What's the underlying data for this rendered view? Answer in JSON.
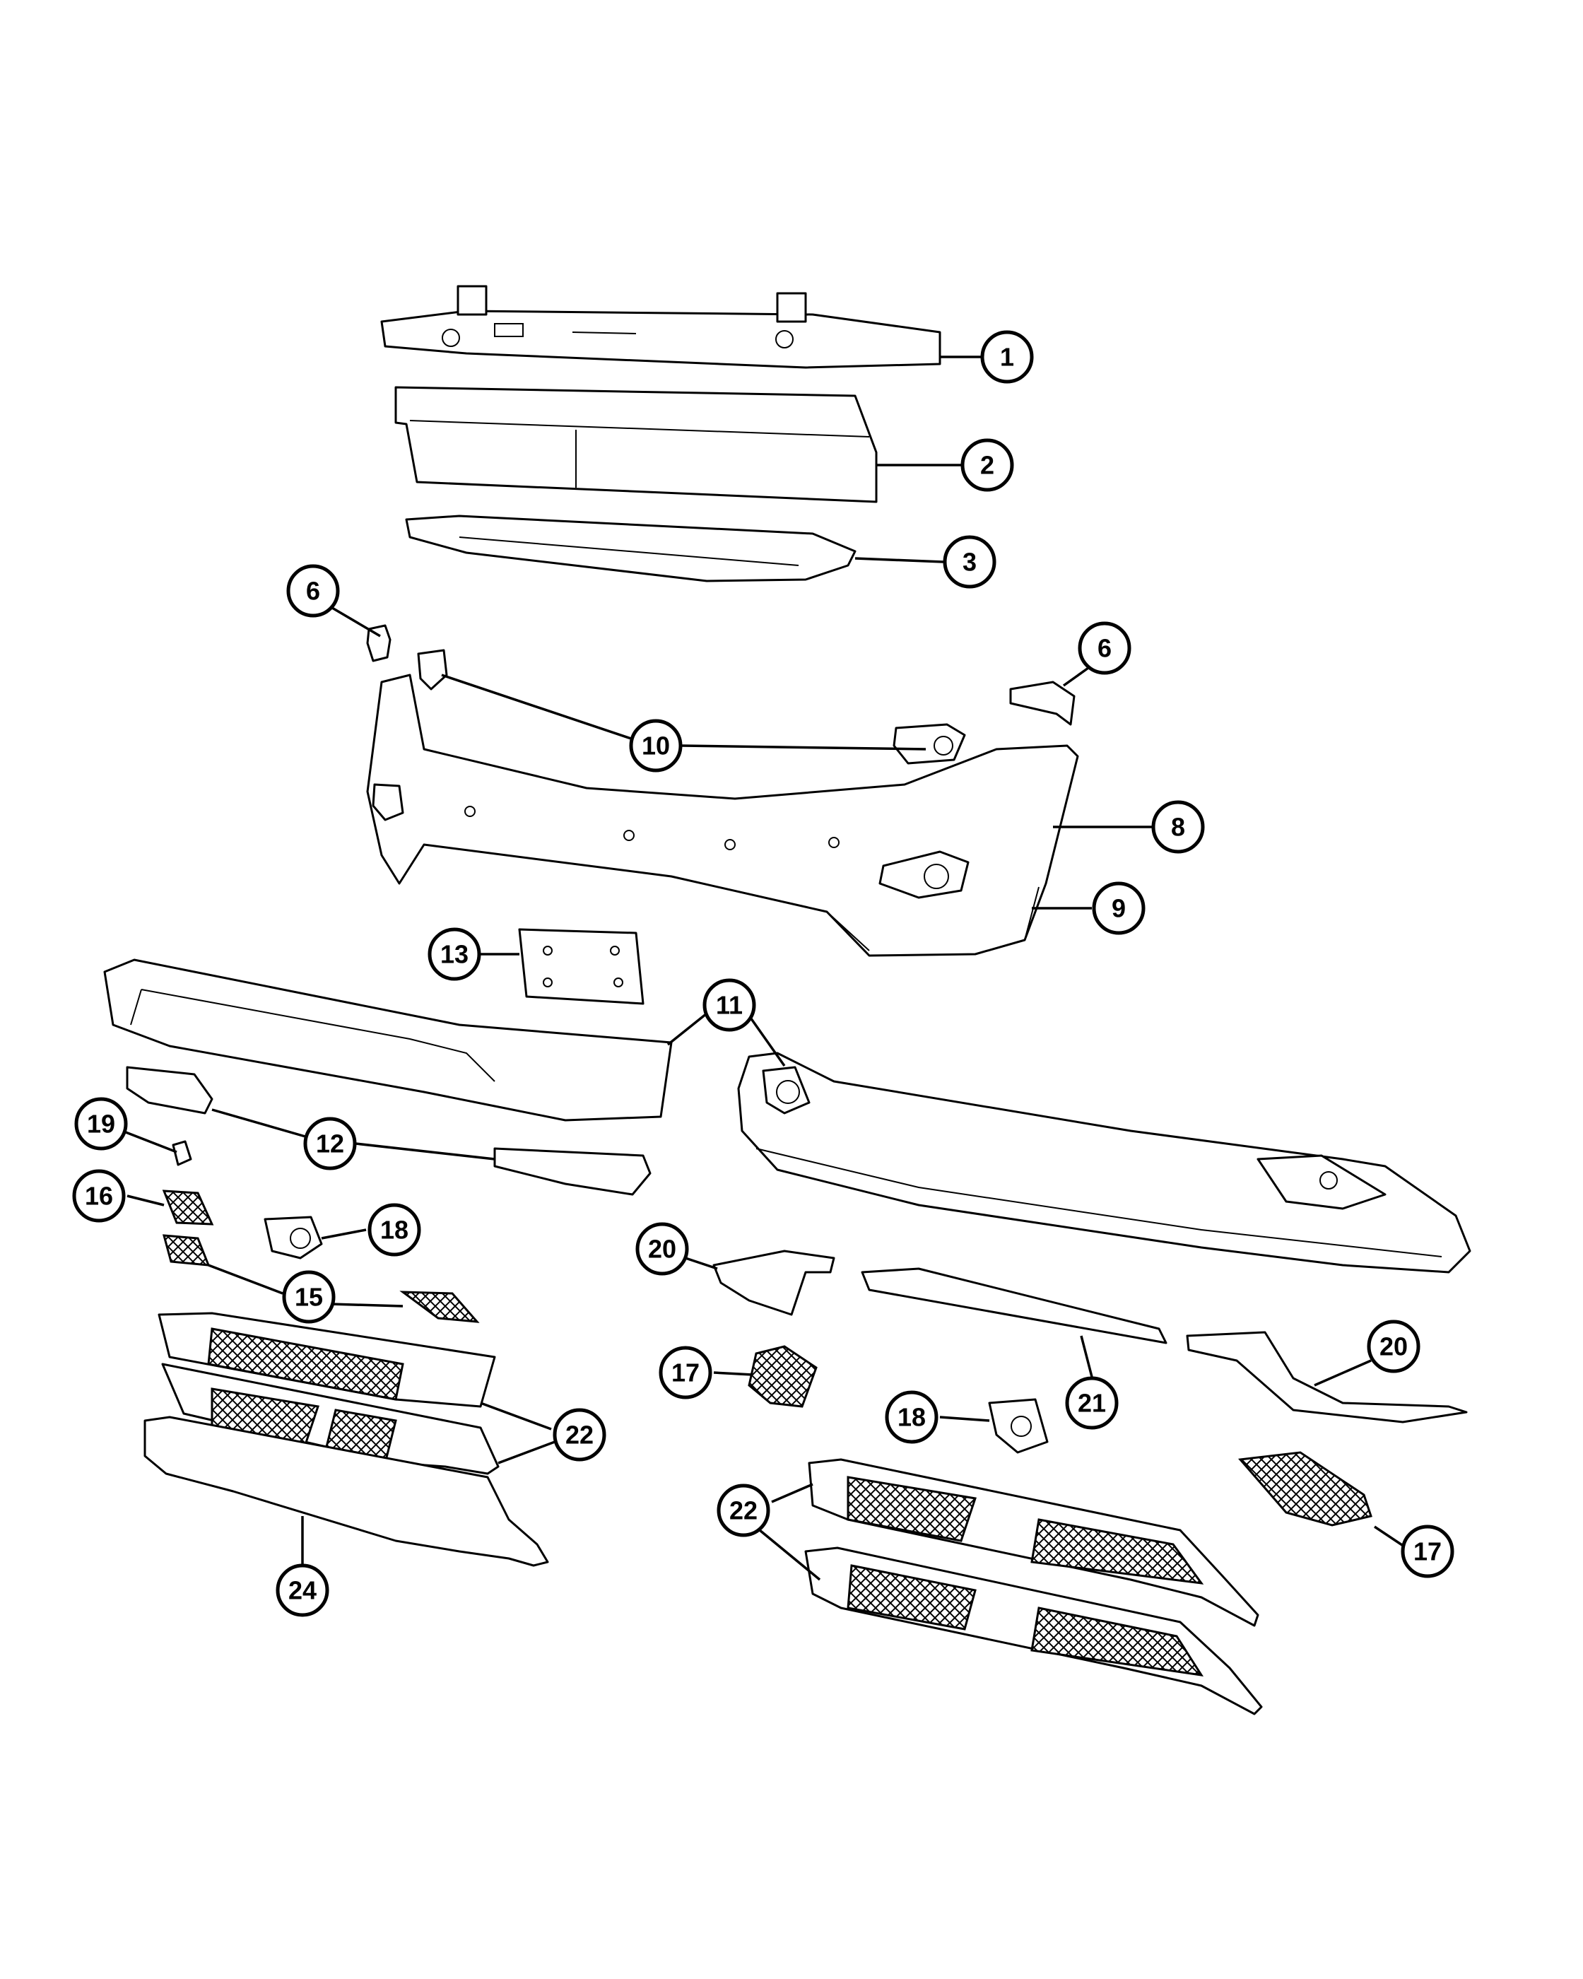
{
  "diagram": {
    "callouts": [
      {
        "id": "c1",
        "label": "1"
      },
      {
        "id": "c2",
        "label": "2"
      },
      {
        "id": "c3",
        "label": "3"
      },
      {
        "id": "c6a",
        "label": "6"
      },
      {
        "id": "c6b",
        "label": "6"
      },
      {
        "id": "c10",
        "label": "10"
      },
      {
        "id": "c8",
        "label": "8"
      },
      {
        "id": "c9",
        "label": "9"
      },
      {
        "id": "c13",
        "label": "13"
      },
      {
        "id": "c11",
        "label": "11"
      },
      {
        "id": "c19",
        "label": "19"
      },
      {
        "id": "c12",
        "label": "12"
      },
      {
        "id": "c16",
        "label": "16"
      },
      {
        "id": "c18a",
        "label": "18"
      },
      {
        "id": "c15",
        "label": "15"
      },
      {
        "id": "c20a",
        "label": "20"
      },
      {
        "id": "c17a",
        "label": "17"
      },
      {
        "id": "c21",
        "label": "21"
      },
      {
        "id": "c20b",
        "label": "20"
      },
      {
        "id": "c18b",
        "label": "18"
      },
      {
        "id": "c22a",
        "label": "22"
      },
      {
        "id": "c22b",
        "label": "22"
      },
      {
        "id": "c17b",
        "label": "17"
      },
      {
        "id": "c24",
        "label": "24"
      }
    ]
  }
}
